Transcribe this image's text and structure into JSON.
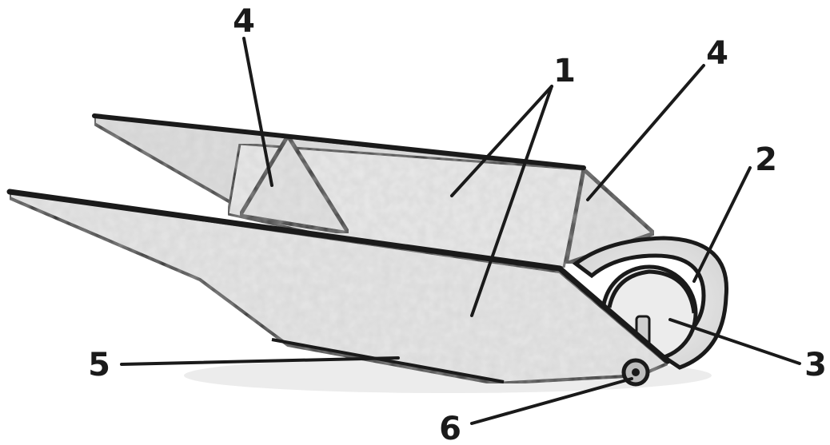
{
  "labels": {
    "body": "1",
    "wheel_guard": "2",
    "wheel": "3",
    "brace_rear": "4",
    "brace_front": "4",
    "handle_rail": "5",
    "axle_bolt": "6"
  },
  "colors": {
    "ink": "#1a1a1a",
    "fill": "#e8e8e8",
    "background": "#ffffff"
  }
}
